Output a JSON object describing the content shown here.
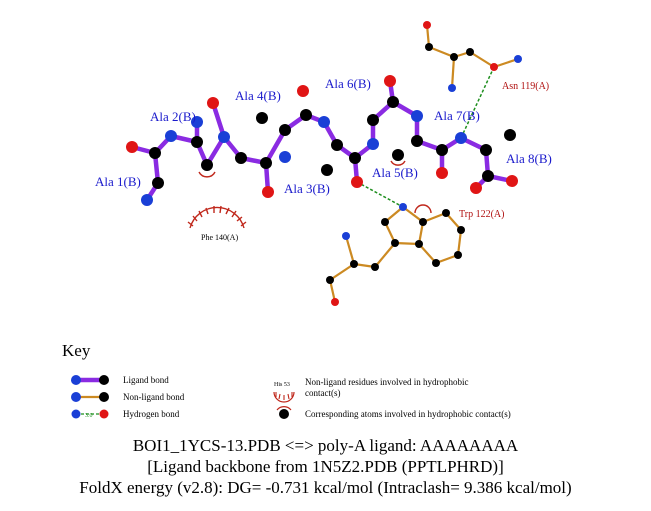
{
  "residue_labels": {
    "ala1": "Ala 1(B)",
    "ala2": "Ala 2(B)",
    "ala3": "Ala 3(B)",
    "ala4": "Ala 4(B)",
    "ala5": "Ala 5(B)",
    "ala6": "Ala 6(B)",
    "ala7": "Ala 7(B)",
    "ala8": "Ala 8(B)",
    "asn119": "Asn 119(A)",
    "trp122": "Trp 122(A)",
    "phe140": "Phe 140(A)"
  },
  "colors": {
    "ligand_bond": "#8a2be2",
    "nonligand_bond": "#cc8a22",
    "hbond": "#1f8f1f",
    "hydrophobic": "#c0281c",
    "atom_c": "#000000",
    "atom_n": "#1a3fd6",
    "atom_o": "#e01515",
    "label_blue": "#1a1acc",
    "label_red": "#b01010"
  },
  "key": {
    "title": "Key",
    "ligand_bond": "Ligand bond",
    "nonligand_bond": "Non-ligand bond",
    "hydrogen_bond": "Hydrogen bond",
    "hbond_distance": "3.0",
    "nonligand_residues": "Non-ligand residues involved in hydrophobic contact(s)",
    "example_residue": "His 53",
    "corresponding_atoms": "Corresponding atoms involved in hydrophobic contact(s)"
  },
  "caption": {
    "line1": "BOI1_1YCS-13.PDB <=> poly-A ligand: AAAAAAAA",
    "line2": "[Ligand backbone from 1N5Z2.PDB (PPTLPHRD)]",
    "line3": "FoldX energy (v2.8): DG= -0.731 kcal/mol (Intraclash= 9.386 kcal/mol)"
  }
}
